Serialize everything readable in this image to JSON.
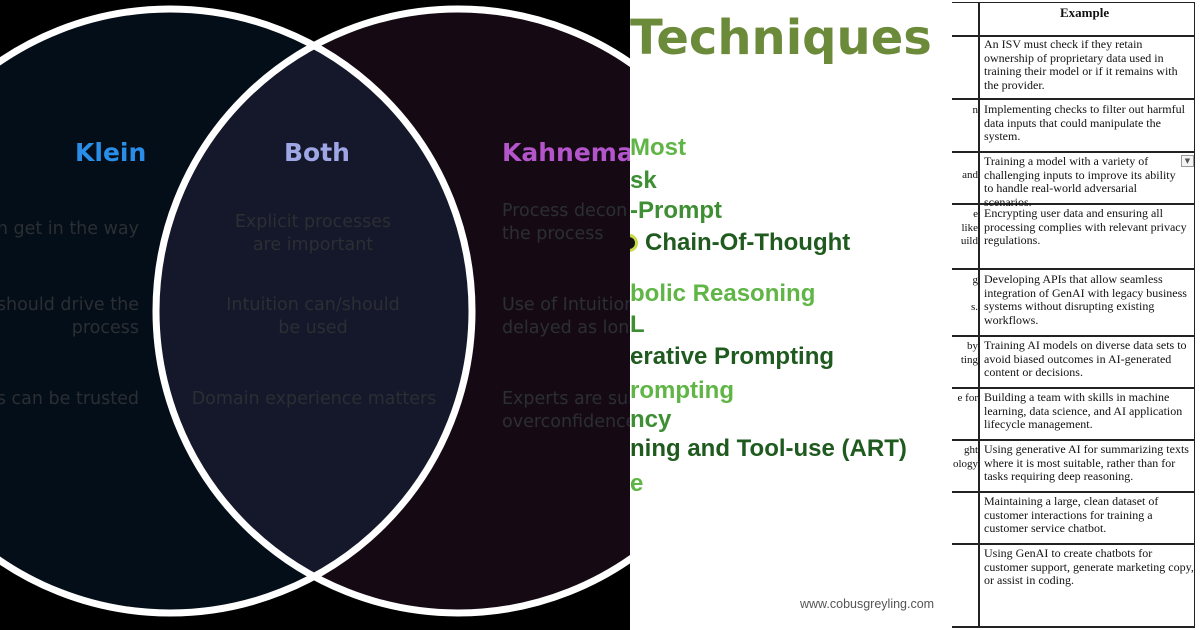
{
  "venn": {
    "colors": {
      "left_fill": "#040e18",
      "center_fill": "#15182a",
      "right_fill": "#150a14",
      "ring": "#ffffff",
      "klein": "#2a8de8",
      "both": "#9fa6e6",
      "kahneman": "#b455cc",
      "body_text": "#2b2e33"
    },
    "headings": {
      "left": "Klein",
      "center": "Both",
      "right": "Kahnemar"
    },
    "left_items": [
      "n get in the way",
      "should drive the",
      "process",
      "s can be trusted"
    ],
    "center_items": [
      [
        "Explicit processes",
        "are important"
      ],
      [
        "Intuition can/should",
        "be used"
      ],
      [
        "Domain experience matters"
      ]
    ],
    "right_items": [
      [
        "Process decon",
        "the process"
      ],
      [
        "Use of Intuition",
        "delayed as long"
      ],
      [
        "Experts are sul",
        "overconfidence"
      ]
    ]
  },
  "techniques": {
    "title": "Techniques",
    "items": [
      "Most",
      "sk",
      "-Prompt",
      "Chain-Of-Thought",
      "bolic Reasoning",
      "L",
      "erative Prompting",
      "rompting",
      "ncy",
      "ning and Tool-use (ART)",
      "e"
    ],
    "footer": "www.cobusgreyling.com",
    "colors": {
      "title": "#6b8a3a",
      "light": "#5fb545",
      "dark": "#1f5a1f",
      "medium": "#3e8e33"
    }
  },
  "table": {
    "header": "Example",
    "left_fragments": [
      [
        "",
        "",
        "",
        ""
      ],
      [
        "n",
        "",
        ""
      ],
      [
        "",
        "and",
        ""
      ],
      [
        "e",
        "like",
        "uild"
      ],
      [
        "g",
        "",
        "s."
      ],
      [
        "by",
        "ting",
        ""
      ],
      [
        "e for",
        "",
        ""
      ],
      [
        "ght",
        "ology",
        ""
      ],
      [
        "",
        "",
        ""
      ],
      [
        "",
        "",
        ""
      ]
    ],
    "rows": [
      "An ISV must check if they retain ownership of proprietary data used in training their model or if it remains with the provider.",
      "Implementing checks to filter out harmful data inputs that could manipulate the system.",
      "Training a model with a variety of challenging inputs to improve its ability to handle real-world adversarial scenarios.",
      "Encrypting user data and ensuring all processing complies with relevant privacy regulations.",
      "Developing APIs that allow seamless integration of GenAI with legacy business systems without disrupting existing workflows.",
      "Training AI models on diverse data sets to avoid biased outcomes in AI-generated content or decisions.",
      "Building a team with skills in machine learning, data science, and AI application lifecycle management.",
      "Using generative AI for summarizing texts where it is most suitable, rather than for tasks requiring deep reasoning.",
      "Maintaining a large, clean dataset of customer interactions for training a customer service chatbot.",
      "Using GenAI to create chatbots for customer support, generate marketing copy, or assist in coding."
    ]
  }
}
